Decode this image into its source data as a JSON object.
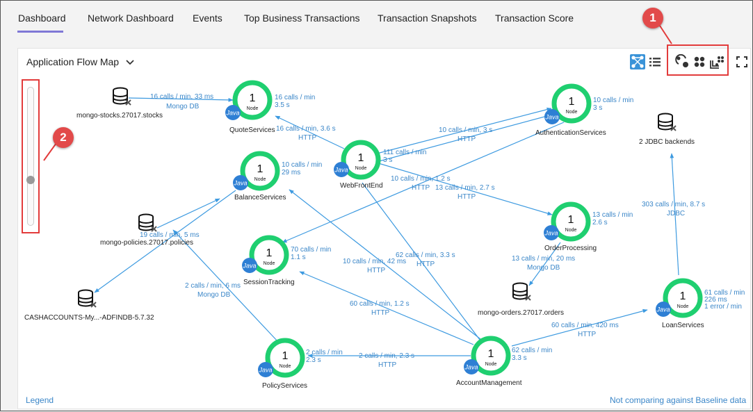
{
  "tabs": [
    {
      "label": "Dashboard"
    },
    {
      "label": "Network Dashboard"
    },
    {
      "label": "Events"
    },
    {
      "label": "Top Business Transactions"
    },
    {
      "label": "Transaction Snapshots"
    },
    {
      "label": "Transaction Score"
    }
  ],
  "active_tab": "Dashboard",
  "panel": {
    "title": "Application Flow Map",
    "legend_link": "Legend",
    "baseline_link": "Not comparing against Baseline data"
  },
  "callouts": {
    "one": "1",
    "two": "2"
  },
  "flow_map": {
    "java_badge": "Java",
    "node_count": "1",
    "node_word": "Node",
    "nodes": [
      {
        "name": "QuoteServices",
        "stats": [
          "16 calls / min",
          "3.5 s"
        ]
      },
      {
        "name": "WebFrontEnd",
        "stats": [
          "111 calls / min",
          "3 s"
        ]
      },
      {
        "name": "AuthenticationServices",
        "stats": [
          "10 calls / min",
          "3 s"
        ]
      },
      {
        "name": "BalanceServices",
        "stats": [
          "10 calls / min",
          "29 ms"
        ]
      },
      {
        "name": "SessionTracking",
        "stats": [
          "70 calls / min",
          "1.1 s"
        ]
      },
      {
        "name": "OrderProcessing",
        "stats": [
          "13 calls / min",
          "2.6 s"
        ]
      },
      {
        "name": "LoanServices",
        "stats": [
          "61 calls / min",
          "226 ms",
          "1 error / min"
        ]
      },
      {
        "name": "PolicyServices",
        "stats": [
          "2 calls / min",
          "2.3 s"
        ]
      },
      {
        "name": "AccountManagement",
        "stats": [
          "62 calls / min",
          "3.3 s"
        ]
      }
    ],
    "backends": [
      {
        "name": "mongo-stocks.27017.stocks"
      },
      {
        "name": "mongo-policies.27017.policies"
      },
      {
        "name": "CASHACCOUNTS-My...-ADFINDB-5.7.32"
      },
      {
        "name": "mongo-orders.27017.orders"
      },
      {
        "name": "2 JDBC backends"
      }
    ],
    "edge_labels": {
      "stocks": [
        "16 calls / min, 33 ms",
        "Mongo DB"
      ],
      "web_quote": [
        "16 calls / min, 3.6 s",
        "HTTP"
      ],
      "web_auth": [
        "10 calls / min, 3 s",
        "HTTP"
      ],
      "session_auth": [
        "10 calls / min, 1.2 s",
        "HTTP"
      ],
      "web_order": [
        "13 calls / min, 2.7 s",
        "HTTP"
      ],
      "policies_db": [
        "19 calls / min, 5 ms"
      ],
      "policy_db": [
        "2 calls / min, 6 ms",
        "Mongo DB"
      ],
      "acct_balance": [
        "10 calls / min, 42 ms",
        "HTTP"
      ],
      "web_acct": [
        "62 calls / min, 3.3 s",
        "HTTP"
      ],
      "acct_session": [
        "60 calls / min, 1.2 s",
        "HTTP"
      ],
      "orders_db": [
        "13 calls / min, 20 ms",
        "Mongo DB"
      ],
      "acct_loan": [
        "60 calls / min, 420 ms",
        "HTTP"
      ],
      "loan_jdbc": [
        "303 calls / min, 8.7 s",
        "JDBC"
      ],
      "acct_policy": [
        "2 calls / min, 2.3 s",
        "HTTP"
      ]
    }
  }
}
